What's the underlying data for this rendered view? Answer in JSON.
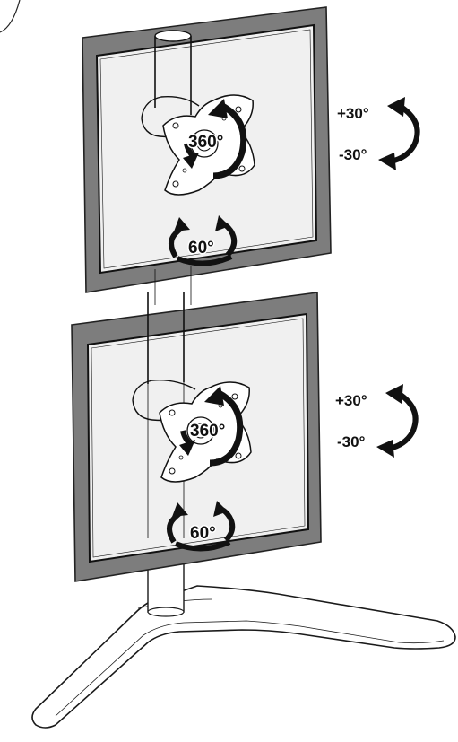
{
  "colors": {
    "bezel": "#7d7d7d",
    "bezel_edge": "#222222",
    "screen": "#f0f0f0",
    "line": "#1a1a1a",
    "base_fill": "#ffffff",
    "pole_fill": "#ffffff"
  },
  "monitors": [
    {
      "swivel_label": "360°",
      "pan_label": "60°",
      "tilt_up_label": "+30°",
      "tilt_down_label": "-30°"
    },
    {
      "swivel_label": "360°",
      "pan_label": "60°",
      "tilt_up_label": "+30°",
      "tilt_down_label": "-30°"
    }
  ],
  "icons": {
    "tilt": "curved-arrow-icon",
    "swivel": "rotation-arrow-icon",
    "pan": "pan-arrow-icon",
    "mount": "vesa-mount-plate-icon"
  }
}
